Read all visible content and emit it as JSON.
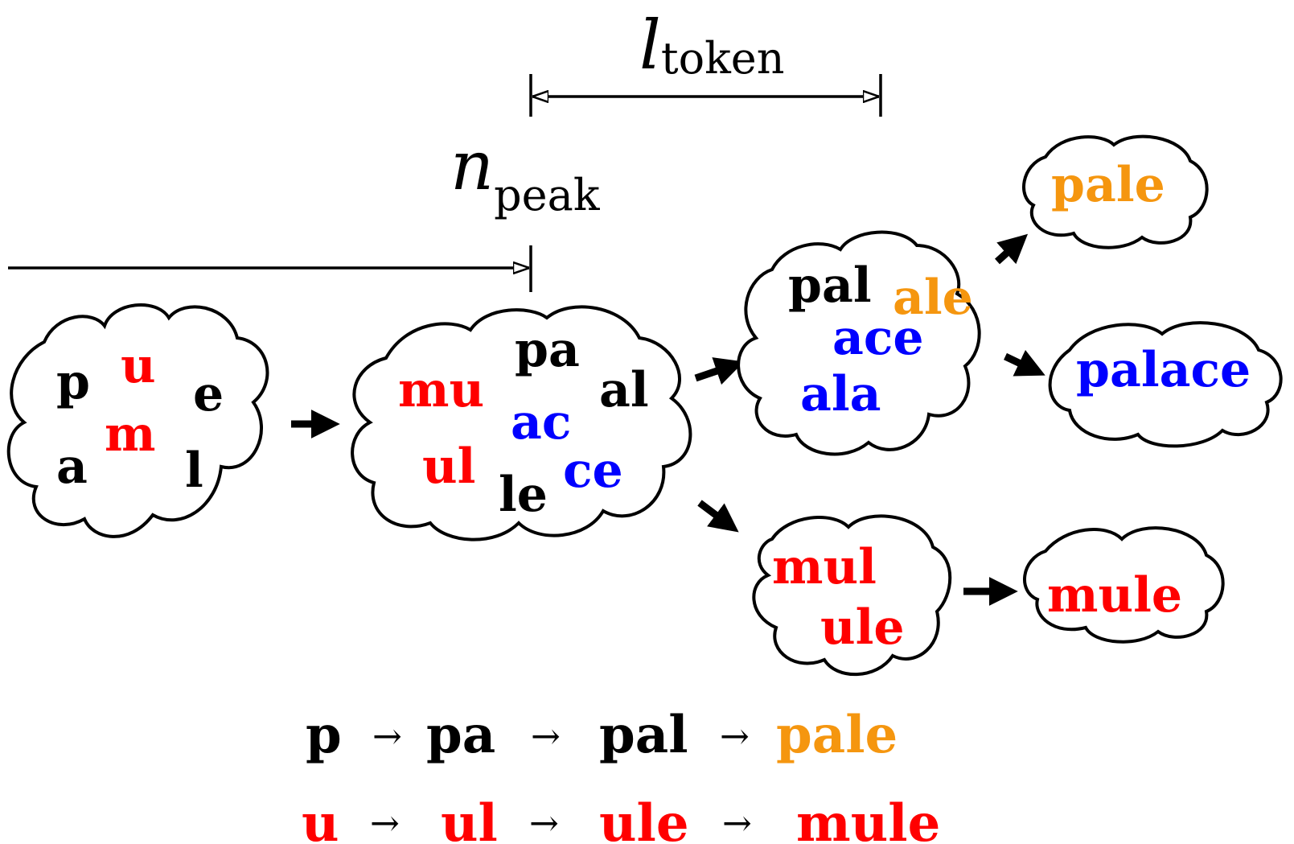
{
  "labels": {
    "l_token_main": "l",
    "l_token_sub": "token",
    "n_peak_main": "n",
    "n_peak_sub": "peak"
  },
  "colors": {
    "black": "#000000",
    "red": "#ff0000",
    "blue": "#0000ff",
    "orange": "#f5960f"
  },
  "clouds": {
    "c1": {
      "t1": "p",
      "t2": "u",
      "t3": "e",
      "t4": "m",
      "t5": "a",
      "t6": "l"
    },
    "c2": {
      "t1": "pa",
      "t2": "mu",
      "t3": "al",
      "t4": "ac",
      "t5": "ul",
      "t6": "ce",
      "t7": "le"
    },
    "c3": {
      "t1": "pal",
      "t2": "ale",
      "t3": "ace",
      "t4": "ala"
    },
    "c4": {
      "t1": "mul",
      "t2": "ule"
    },
    "c5": {
      "t1": "pale"
    },
    "c6": {
      "t1": "palace"
    },
    "c7": {
      "t1": "mule"
    }
  },
  "paths": {
    "path1": [
      "p",
      "pa",
      "pal",
      "pale"
    ],
    "path2": [
      "u",
      "ul",
      "ule",
      "mule"
    ],
    "arrow": "→"
  }
}
